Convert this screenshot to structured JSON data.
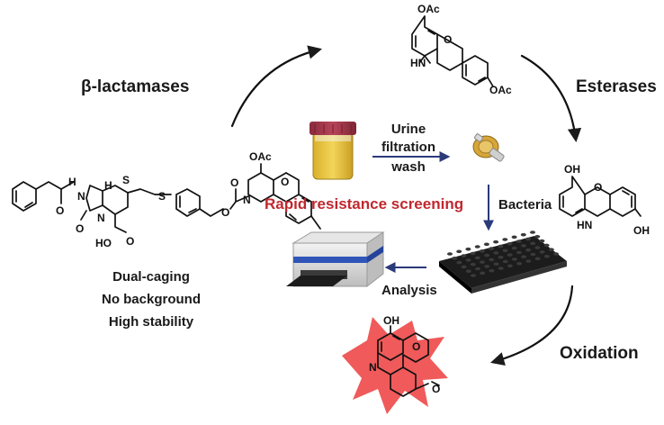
{
  "cycle_labels": {
    "beta_lactamases": "β-lactamases",
    "esterases": "Esterases",
    "oxidation": "Oxidation"
  },
  "center": {
    "urine_step": [
      "Urine",
      "filtration",
      "wash"
    ],
    "bacteria": "Bacteria",
    "analysis": "Analysis",
    "title": "Rapid resistance screening",
    "title_color": "#c0282e"
  },
  "probe_properties": [
    "Dual-caging",
    "No background",
    "High stability"
  ],
  "atoms": {
    "OAc": "OAc",
    "OH": "OH",
    "HN": "HN",
    "H": "H",
    "N": "N",
    "O": "O",
    "S": "S",
    "HO": "HO"
  },
  "colors": {
    "arrow": "#1b1b1b",
    "center_arrow": "#2b3a7a",
    "burst": "#f05a5a",
    "urine": "#e8c33a",
    "cap": "#a2374a",
    "reader_stripe": "#2f55b8"
  }
}
